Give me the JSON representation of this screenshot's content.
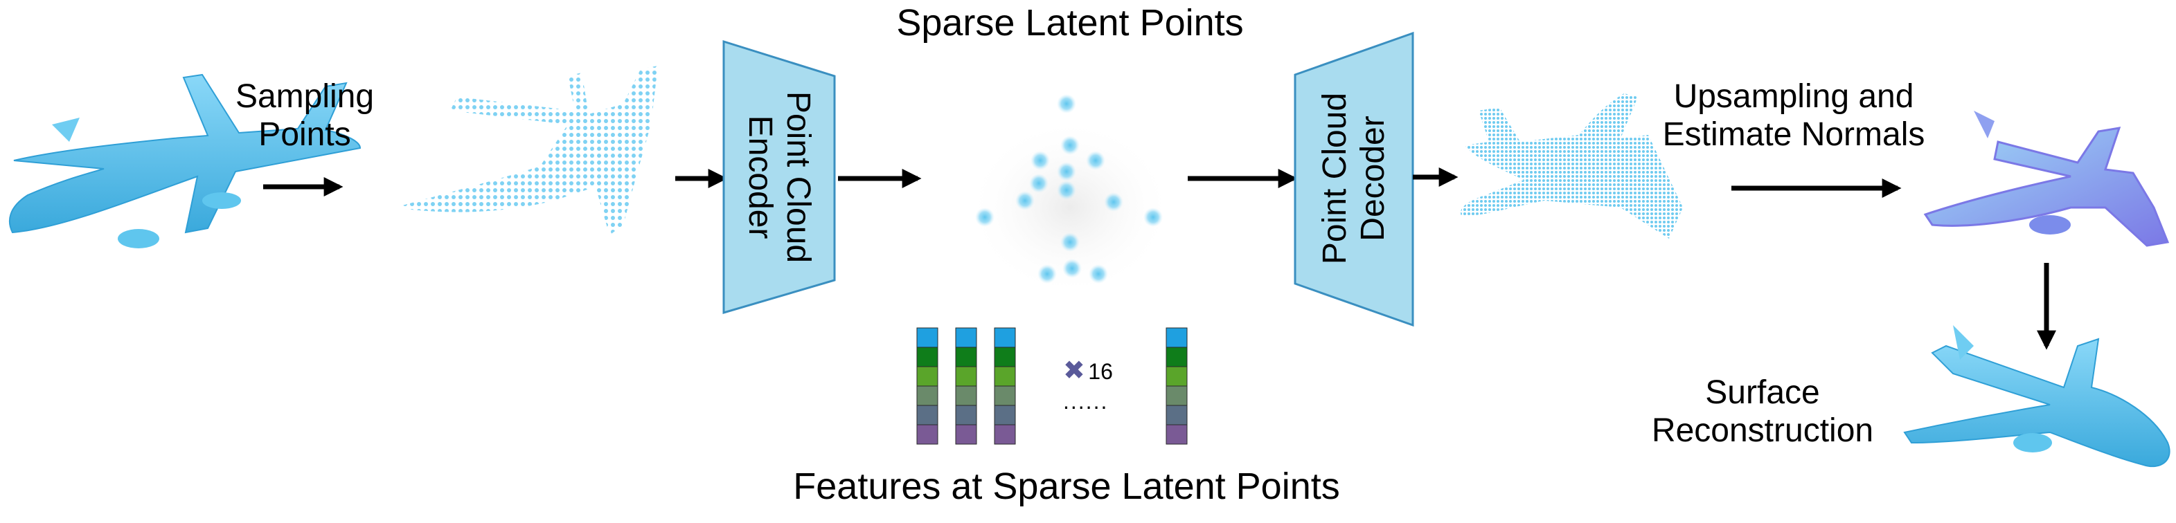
{
  "title_top": "Sparse Latent Points",
  "title_bottom": "Features at Sparse Latent Points",
  "sampling": {
    "line1": "Sampling",
    "line2": "Points"
  },
  "encoder": {
    "line1": "Point Cloud",
    "line2": "Encoder"
  },
  "decoder": {
    "line1": "Point Cloud",
    "line2": "Decoder"
  },
  "upsampling": {
    "line1": "Upsampling and",
    "line2": "Estimate Normals"
  },
  "surface": {
    "line1": "Surface",
    "line2": "Reconstruction"
  },
  "multiplier": {
    "symbol": "✖",
    "count": "16",
    "dots": "......"
  },
  "colors": {
    "plane": "#5fc6ee",
    "plane_dark": "#2f9fd6",
    "points": "#8fd8f5",
    "box_fill": "#a9dcef",
    "box_stroke": "#3a8fc0",
    "normals": "#6f7fe8",
    "feature_stack": [
      "#1fa0e0",
      "#0f7d1a",
      "#5aa52a",
      "#6a8a6a",
      "#5b6f86",
      "#7a5a95"
    ],
    "multiplier": "#5a5a9a"
  }
}
